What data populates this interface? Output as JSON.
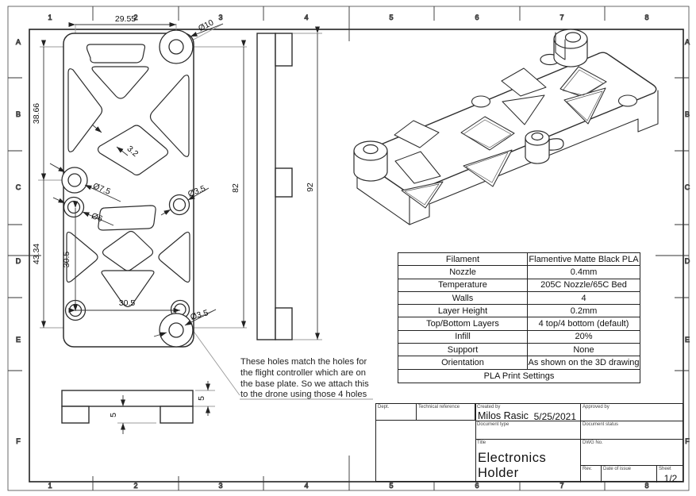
{
  "sheet": {
    "zone_columns": [
      "1",
      "2",
      "3",
      "4",
      "5",
      "6",
      "7",
      "8"
    ],
    "zone_rows": [
      "A",
      "B",
      "C",
      "D",
      "E",
      "F"
    ]
  },
  "dims": {
    "top_width": "29.55",
    "top_hole": "Ø10",
    "upper_length": "38.66",
    "web_thickness": "3.2",
    "mid_left_hole_outer": "Ø7.5",
    "mid_left_hole_inner": "Ø6",
    "mid_right_hole": "Ø3.5",
    "lower_length": "43.34",
    "hole_spacing_vertical": "30.5",
    "hole_spacing_horizontal": "30.5",
    "bottom_hole": "Ø3.5",
    "front_height": "82",
    "side_length": "92",
    "plate_thickness": "5",
    "foot_height": "5"
  },
  "note": {
    "lines": [
      "These holes match the holes for",
      "the flight controller which are on",
      "the base plate. So we attach this",
      "to the drone using those 4 holes"
    ]
  },
  "print_settings": {
    "footer": "PLA Print Settings",
    "rows": [
      {
        "label": "Filament",
        "value": "Flamentive Matte Black PLA"
      },
      {
        "label": "Nozzle",
        "value": "0.4mm"
      },
      {
        "label": "Temperature",
        "value": "205C Nozzle/65C Bed"
      },
      {
        "label": "Walls",
        "value": "4"
      },
      {
        "label": "Layer Height",
        "value": "0.2mm"
      },
      {
        "label": "Top/Bottom Layers",
        "value": "4 top/4 bottom (default)"
      },
      {
        "label": "Infill",
        "value": "20%"
      },
      {
        "label": "Support",
        "value": "None"
      },
      {
        "label": "Orientation",
        "value": "As shown on the 3D drawing"
      }
    ]
  },
  "title_block": {
    "dept_label": "Dept.",
    "technical_reference_label": "Technical reference",
    "created_by_label": "Created by",
    "created_by": "Milos Rasic",
    "created_date": "5/25/2021",
    "approved_by_label": "Approved by",
    "document_type_label": "Document type",
    "document_status_label": "Document status",
    "title_label": "Title",
    "title": "Electronics Holder",
    "dwg_no_label": "DWG No.",
    "rev_label": "Rev.",
    "date_of_issue_label": "Date of issue",
    "sheet_label": "Sheet",
    "sheet": "1/2"
  }
}
